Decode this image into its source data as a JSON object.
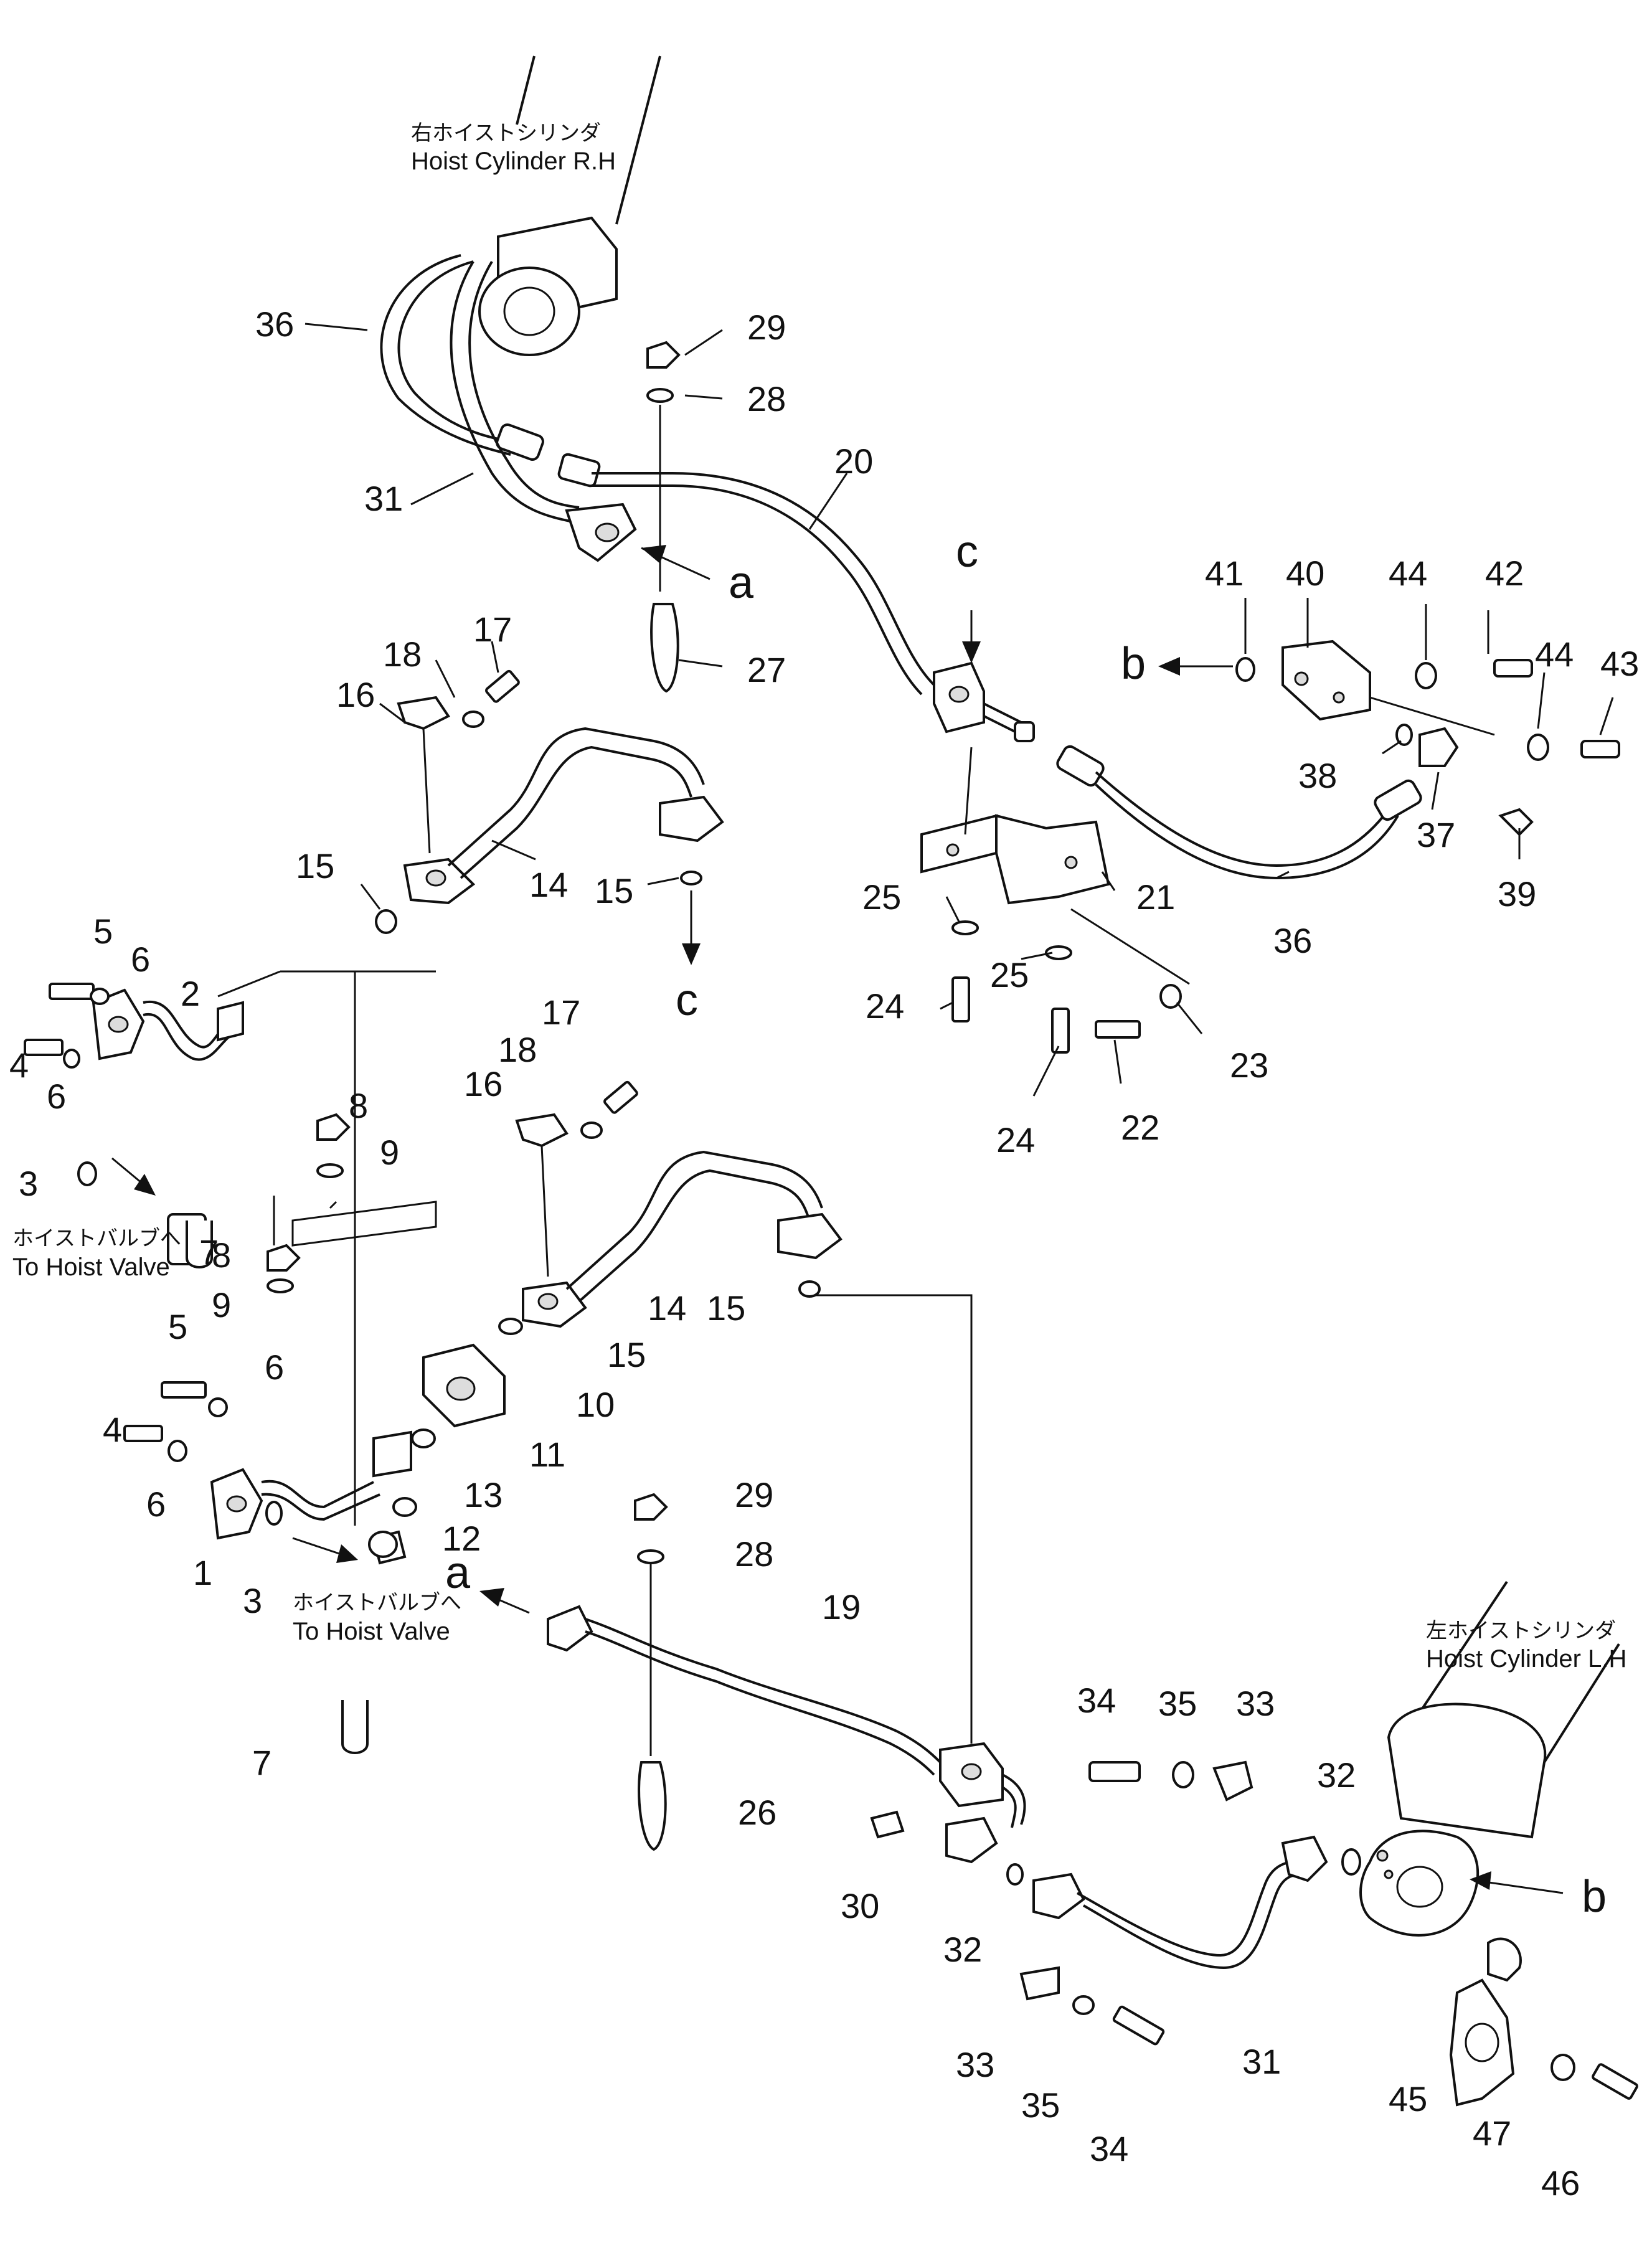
{
  "captions": {
    "cyl_rh_jp": "右ホイストシリンダ",
    "cyl_rh_en": "Hoist Cylinder R.H",
    "cyl_lh_jp": "左ホイストシリンダ",
    "cyl_lh_en": "Hoist Cylinder L.H",
    "valve_top_jp": "ホイストバルブへ",
    "valve_top_en": "To Hoist Valve",
    "valve_bot_jp": "ホイストバルブへ",
    "valve_bot_en": "To Hoist Valve"
  },
  "references": [
    "a",
    "a",
    "b",
    "b",
    "c",
    "c"
  ],
  "callouts": [
    "36",
    "29",
    "28",
    "31",
    "20",
    "27",
    "17",
    "18",
    "16",
    "14",
    "15",
    "15",
    "41",
    "40",
    "44",
    "42",
    "44",
    "43",
    "38",
    "37",
    "39",
    "36",
    "25",
    "21",
    "25",
    "24",
    "24",
    "22",
    "23",
    "5",
    "6",
    "2",
    "4",
    "6",
    "3",
    "7",
    "8",
    "9",
    "17",
    "18",
    "16",
    "14",
    "8",
    "9",
    "15",
    "15",
    "10",
    "11",
    "5",
    "6",
    "4",
    "6",
    "1",
    "3",
    "13",
    "12",
    "7",
    "29",
    "28",
    "19",
    "26",
    "34",
    "35",
    "33",
    "32",
    "30",
    "32",
    "31",
    "33",
    "35",
    "34",
    "45",
    "47",
    "46"
  ]
}
